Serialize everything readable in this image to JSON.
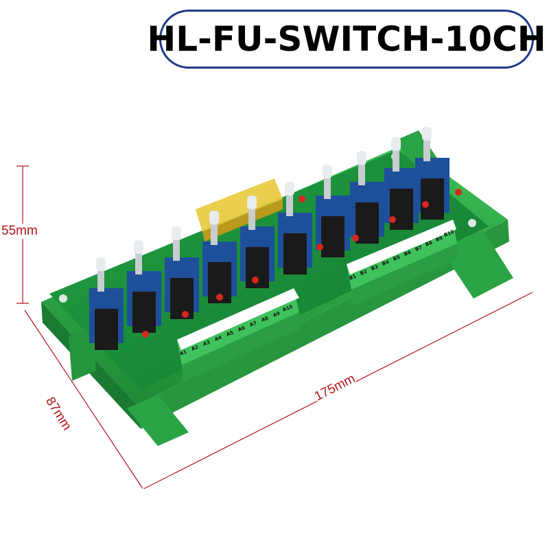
{
  "title": "HL-FU-SWITCH-10CH",
  "dimensions": {
    "height": "55mm",
    "width": "87mm",
    "length": "175mm"
  },
  "terminals": {
    "row_a": [
      "A1",
      "A2",
      "A3",
      "A4",
      "A5",
      "A6",
      "A7",
      "A8",
      "A9",
      "A10"
    ],
    "row_b": [
      "B1",
      "B2",
      "B3",
      "B4",
      "B5",
      "B6",
      "B7",
      "B8",
      "B9",
      "B10"
    ]
  },
  "colors": {
    "title_border": "#1f3a8a",
    "dimension_lines": "#b3151b",
    "base_green": "#2fae4a",
    "pcb_green": "#1c8f3c",
    "terminal_green": "#3fc25c"
  }
}
